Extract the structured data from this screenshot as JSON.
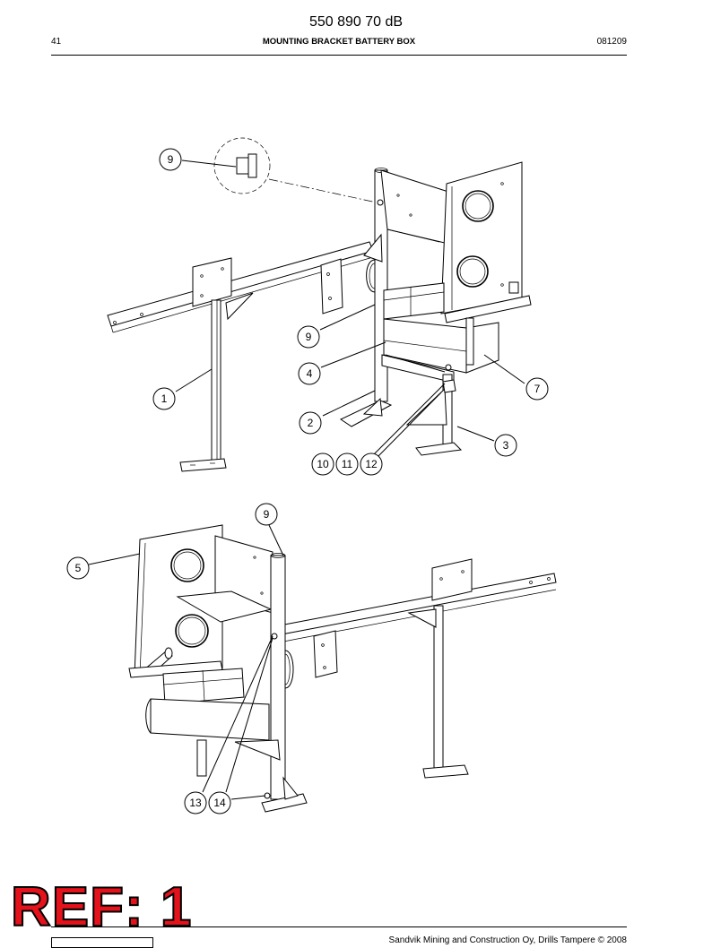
{
  "header": {
    "doc_number": "550 890 70 dB",
    "page_number": "41",
    "title": "MOUNTING BRACKET BATTERY BOX",
    "date_code": "081209"
  },
  "callouts_top": [
    "9",
    "9",
    "4",
    "1",
    "2",
    "7",
    "3",
    "10",
    "11",
    "12"
  ],
  "callouts_bottom": [
    "9",
    "5",
    "13",
    "14"
  ],
  "footer": {
    "ref_stamp": "REF: 1",
    "copyright": "Sandvik Mining and Construction Oy, Drills Tampere © 2008"
  }
}
